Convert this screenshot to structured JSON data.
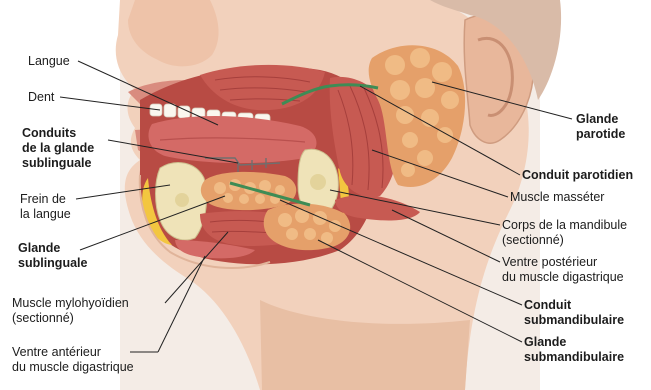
{
  "labels": {
    "langue": "Langue",
    "dent": "Dent",
    "conduits_sublinguale": [
      "Conduits",
      "de la glande",
      "sublinguale"
    ],
    "frein_langue": [
      "Frein de",
      "la langue"
    ],
    "glande_sublinguale": [
      "Glande",
      "sublinguale"
    ],
    "muscle_mylohyoidien": [
      "Muscle mylohyoïdien",
      "(sectionné)"
    ],
    "ventre_anterieur": [
      "Ventre antérieur",
      "du muscle digastrique"
    ],
    "glande_parotide": [
      "Glande",
      "parotide"
    ],
    "conduit_parotidien": "Conduit parotidien",
    "muscle_masseter": "Muscle masséter",
    "corps_mandibule": [
      "Corps de la mandibule",
      "(sectionné)"
    ],
    "ventre_posterieur": [
      "Ventre postérieur",
      "du muscle digastrique"
    ],
    "conduit_submandibulaire": [
      "Conduit",
      "submandibulaire"
    ],
    "glande_submandibulaire": [
      "Glande",
      "submandibulaire"
    ]
  },
  "colors": {
    "skin": "#f2d1bc",
    "skin_shadow": "#e0b49a",
    "muscle": "#c75a52",
    "muscle_dark": "#a63f3c",
    "gland": "#e5a06a",
    "gland_light": "#f0bb85",
    "bone": "#efe3b8",
    "fat": "#f3c640",
    "duct": "#3e8c55",
    "leader": "#222222"
  }
}
